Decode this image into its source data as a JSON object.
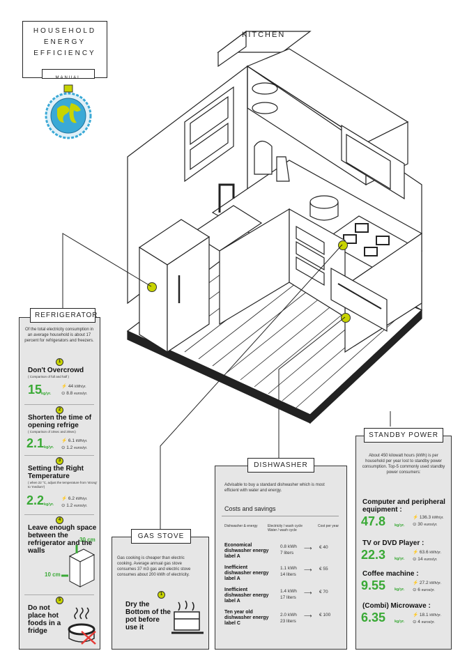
{
  "title": {
    "lines": [
      "HOUSEHOLD",
      "ENERGY",
      "EFFICIENCY"
    ],
    "subtitle": "MANUAL"
  },
  "kitchen_label": "KITCHEN",
  "refrigerator": {
    "title": "REFRIGERATOR",
    "intro": "Of the total electricity consumption in an average household is about 17 percent for refrigerators and freezers.",
    "tips": [
      {
        "num": "1",
        "heading": "Don't Overcrowd",
        "note": "( Comparison of full and half )",
        "big": "15",
        "unit": "kg/yr.",
        "kwh": "44",
        "kwh_unit": "kWh/yr.",
        "euros": "8.8",
        "euros_unit": "euros/yr."
      },
      {
        "num": "2",
        "heading": "Shorten the time of opening refrige",
        "note": "( Comparison of 10sec and 20sec)",
        "big": "2.1",
        "unit": "kg/yr.",
        "kwh": "6.1",
        "kwh_unit": "kWh/yr.",
        "euros": "1.2",
        "euros_unit": "euros/yr."
      },
      {
        "num": "3",
        "heading": "Setting the Right Temperature",
        "note": "( when 22 °C, adjust the temperature from 'strong' to 'medium')",
        "big": "2.2",
        "unit": "kg/yr.",
        "kwh": "6.2",
        "kwh_unit": "kWh/yr.",
        "euros": "1.2",
        "euros_unit": "euros/yr."
      }
    ],
    "tip4": {
      "num": "4",
      "heading": "Leave enough space between the refrigerator and the walls",
      "label_top": "30 cm",
      "label_side": "10 cm"
    },
    "tip5": {
      "num": "5",
      "heading": "Do not place hot foods in a fridge"
    }
  },
  "gas_stove": {
    "title": "GAS STOVE",
    "body": "Gas cooking is cheaper than electric cooking. Average annual gas stove consumes 37 m3 gas and electric stove consumes about 200 kWh of electricity.",
    "tip_num": "1",
    "tip": "Dry the Bottom of the pot before use it"
  },
  "dishwasher": {
    "title": "DISHWASHER",
    "intro": "Advisable to buy a standard dishwasher which is most efficient with water and energy.",
    "costs_heading": "Costs and savings",
    "columns": [
      "Dishwasher & energy",
      "Electricity / wash cycle Water / wash cycle",
      "Cost per year"
    ],
    "rows": [
      {
        "name": "Economical dishwasher energy label A",
        "kwh": "0.8 kWh",
        "liters": "7 liters",
        "cost": "€ 40"
      },
      {
        "name": "Inefficient dishwasher energy label A",
        "kwh": "1.1 kWh",
        "liters": "14 liters",
        "cost": "€ 55"
      },
      {
        "name": "Inefficient dishwasher energy label A",
        "kwh": "1.4 kWh",
        "liters": "17 liters",
        "cost": "€ 70"
      },
      {
        "name": "Ten year old dishwasher energy label C",
        "kwh": "2.0 kWh",
        "liters": "23 liters",
        "cost": "€ 100"
      }
    ]
  },
  "standby": {
    "title": "STANDBY POWER",
    "intro": "About 450 kilowatt hours (kWh) is per household per year lost to standby power consumption. Top-5 commonly used standby power consumers:",
    "items": [
      {
        "name": "Computer and peripheral equipment :",
        "big": "47.8",
        "unit": "kg/yr.",
        "kwh": "136.3",
        "kwh_unit": "kWh/yr.",
        "euros": "30",
        "euros_unit": "euros/yr."
      },
      {
        "name": "TV or DVD Player :",
        "big": "22.3",
        "unit": "kg/yr.",
        "kwh": "63.6",
        "kwh_unit": "kWh/yr.",
        "euros": "14",
        "euros_unit": "euros/yr."
      },
      {
        "name": "Coffee machine :",
        "big": "9.55",
        "unit": "kg/yr.",
        "kwh": "27.2",
        "kwh_unit": "kWh/yr.",
        "euros": "6",
        "euros_unit": "euros/yr."
      },
      {
        "name": "(Combi) Microwave :",
        "big": "6.35",
        "unit": "kg/yr.",
        "kwh": "18.1",
        "kwh_unit": "kWh/yr.",
        "euros": "4",
        "euros_unit": "euros/yr."
      }
    ]
  },
  "colors": {
    "accent": "#39a935",
    "marker": "#c8d400",
    "panel": "#e6e6e6",
    "globe": "#3aa9d6"
  }
}
